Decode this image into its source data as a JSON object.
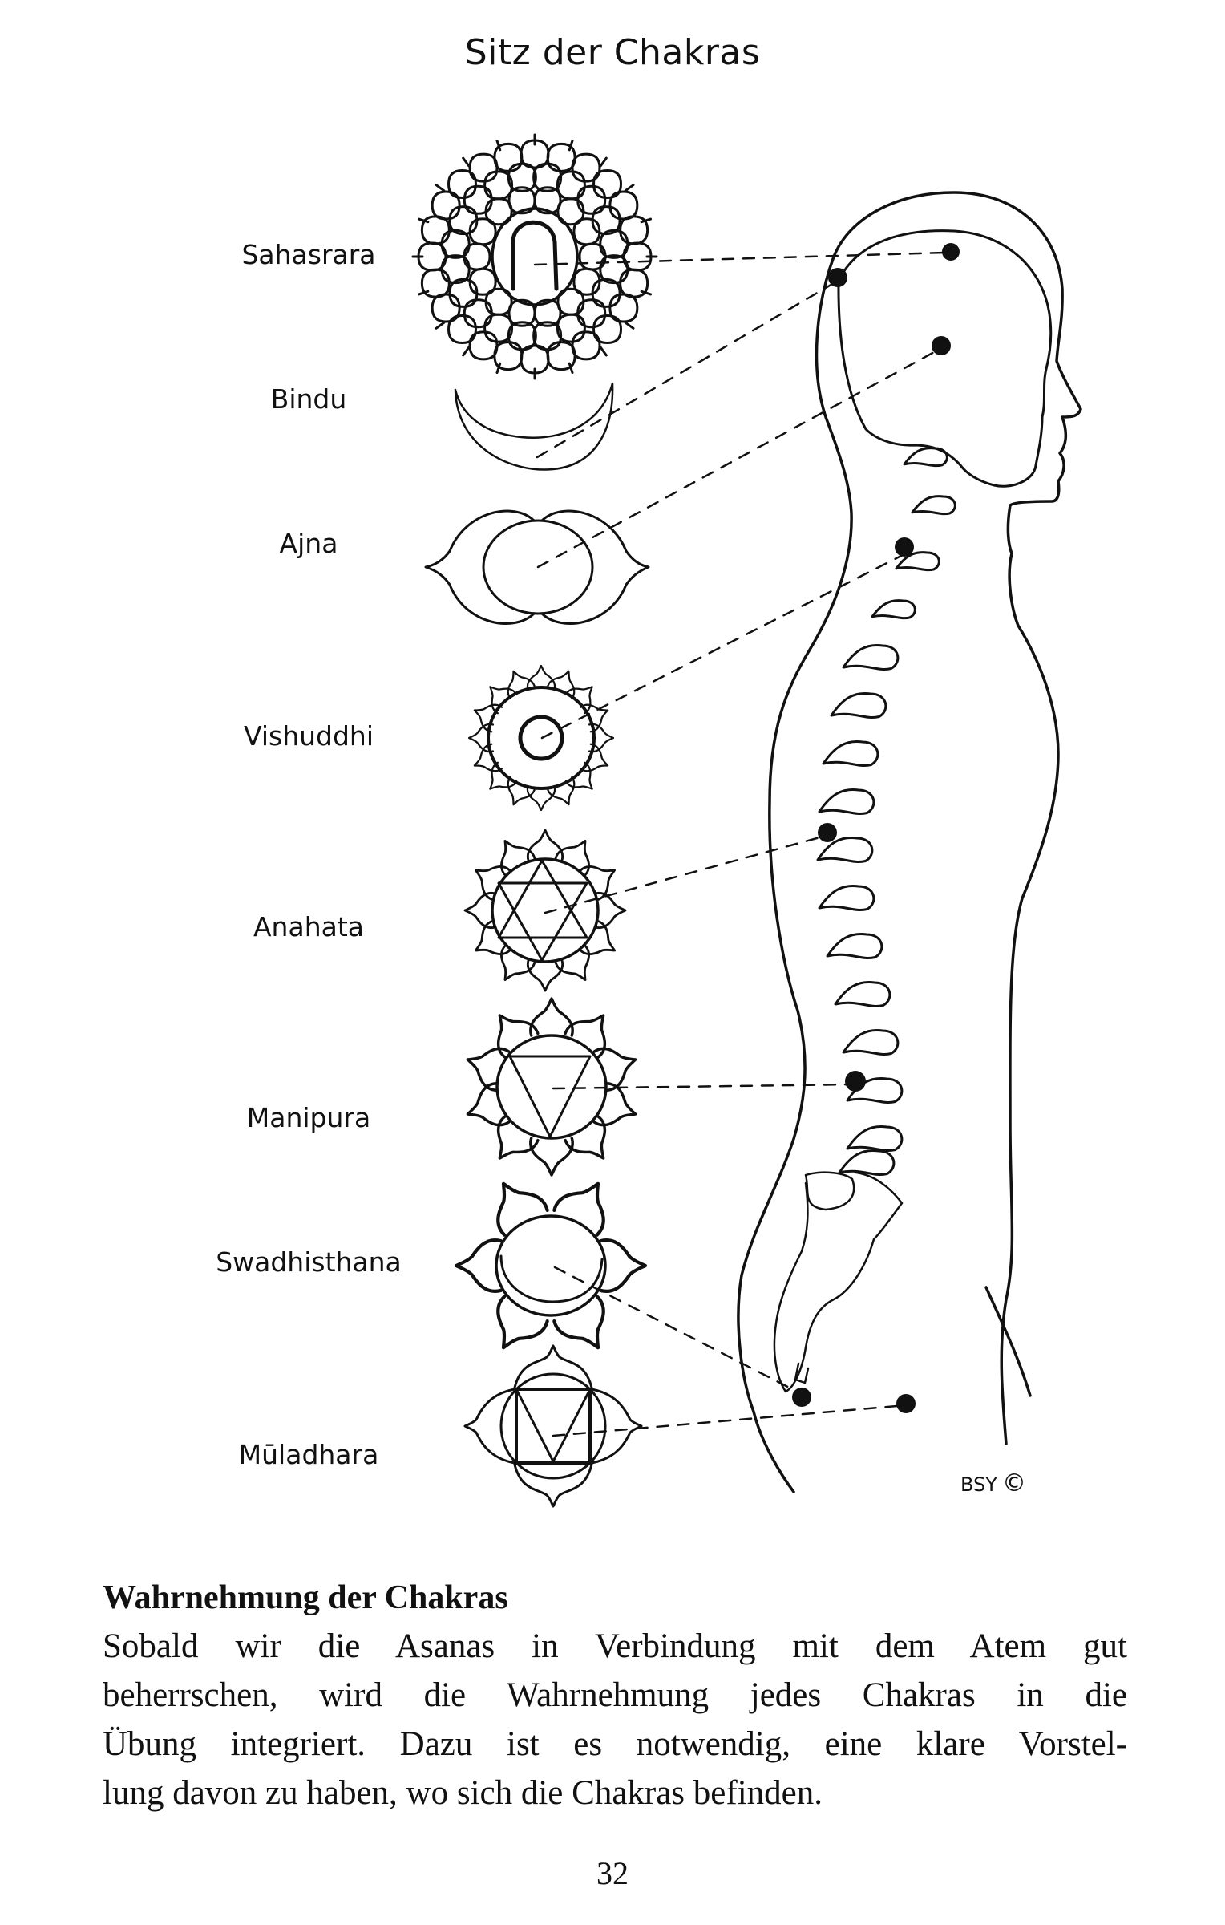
{
  "page": {
    "title": "Sitz der Chakras",
    "page_number": "32"
  },
  "chakras": [
    {
      "name": "Sahasrara",
      "symbol": "thousand-petal-lotus"
    },
    {
      "name": "Bindu",
      "symbol": "crescent-moon"
    },
    {
      "name": "Ajna",
      "symbol": "two-petal-lotus"
    },
    {
      "name": "Vishuddhi",
      "symbol": "sixteen-petal-lotus"
    },
    {
      "name": "Anahata",
      "symbol": "twelve-petal-lotus-hexagram"
    },
    {
      "name": "Manipura",
      "symbol": "ten-petal-lotus-triangle"
    },
    {
      "name": "Swadhisthana",
      "symbol": "six-petal-lotus-crescent"
    },
    {
      "name": "Mūladhara",
      "symbol": "four-petal-lotus-square"
    }
  ],
  "illustration": {
    "credit_text": "BSY",
    "credit_symbol": "©",
    "line_color": "#111111"
  },
  "section": {
    "heading": "Wahrnehmung der Chakras",
    "lines": [
      "Sobald wir die Asanas in Verbindung mit dem Atem gut",
      "beherrschen, wird die Wahrnehmung jedes Chakras in die",
      "Übung integriert. Dazu ist es notwendig, eine klare Vorstel-",
      "lung davon zu haben, wo sich die Chakras befinden."
    ]
  }
}
